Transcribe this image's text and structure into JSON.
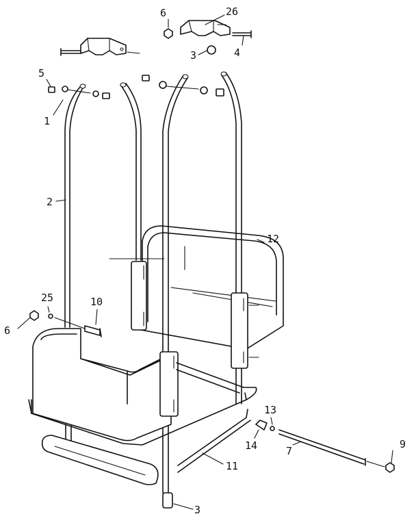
{
  "diagram": {
    "callouts": [
      {
        "id": "c6-top",
        "text": "6"
      },
      {
        "id": "c26",
        "text": "26"
      },
      {
        "id": "c4",
        "text": "4"
      },
      {
        "id": "c3-top",
        "text": "3"
      },
      {
        "id": "c5",
        "text": "5"
      },
      {
        "id": "c1",
        "text": "1"
      },
      {
        "id": "c2",
        "text": "2"
      },
      {
        "id": "c12",
        "text": "12"
      },
      {
        "id": "c25",
        "text": "25"
      },
      {
        "id": "c10",
        "text": "10"
      },
      {
        "id": "c6-left",
        "text": "6"
      },
      {
        "id": "c13",
        "text": "13"
      },
      {
        "id": "c14",
        "text": "14"
      },
      {
        "id": "c7",
        "text": "7"
      },
      {
        "id": "c9",
        "text": "9"
      },
      {
        "id": "c11",
        "text": "11"
      },
      {
        "id": "c3-bottom",
        "text": "3"
      }
    ]
  }
}
